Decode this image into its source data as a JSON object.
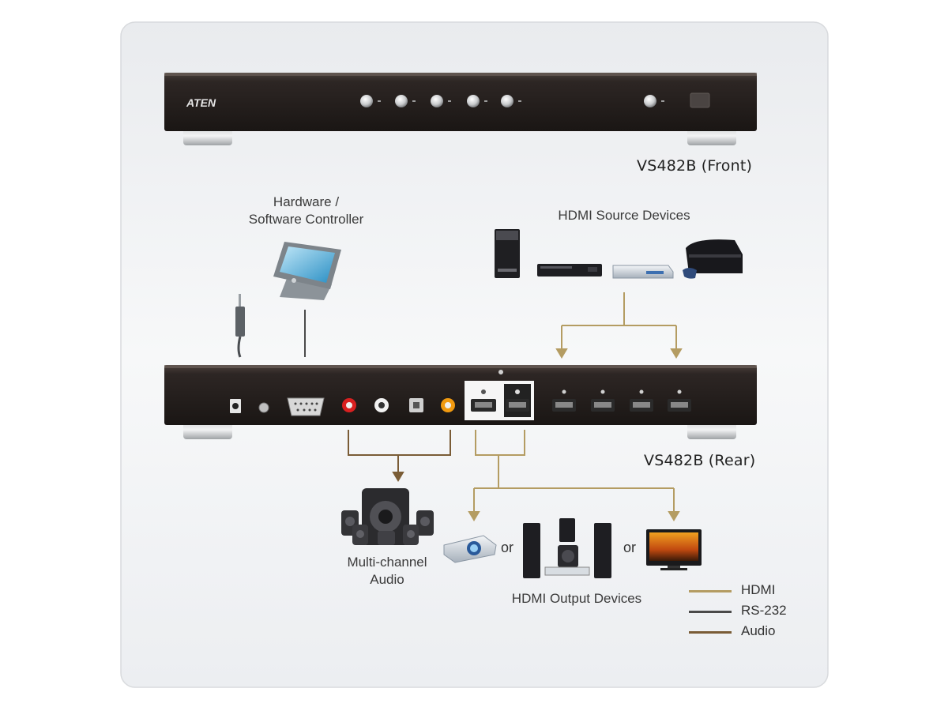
{
  "brand": "ATEN",
  "front_label": "VS482B (Front)",
  "rear_label": "VS482B (Rear)",
  "controller_label": [
    "Hardware /",
    "Software Controller"
  ],
  "sources_label": "HDMI Source Devices",
  "audio_label": [
    "Multi-channel",
    "Audio"
  ],
  "outputs_label": "HDMI Output Devices",
  "or_word": "or",
  "legend": [
    {
      "label": "HDMI",
      "color": "#b49c62"
    },
    {
      "label": "RS-232",
      "color": "#4a4a4a"
    },
    {
      "label": "Audio",
      "color": "#7a5c36"
    }
  ],
  "colors": {
    "hdmi": "#b49c62",
    "rs232": "#4a4a4a",
    "audio": "#7a5c36",
    "device_body": "#2a2523"
  }
}
